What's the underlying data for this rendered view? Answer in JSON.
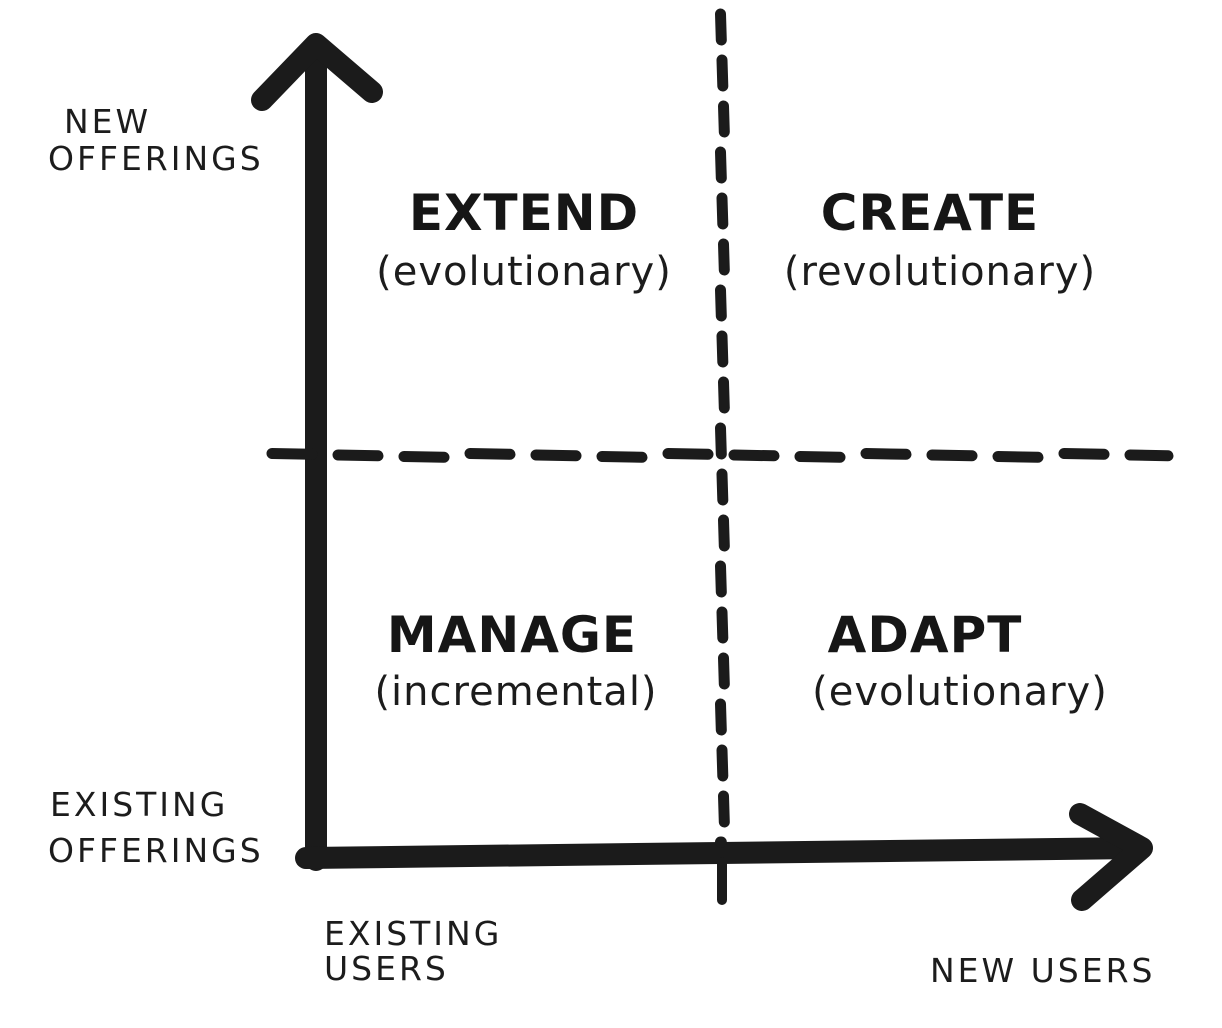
{
  "y_axis": {
    "top_label": [
      "NEW",
      "OFFERINGS"
    ],
    "bottom_label": [
      "EXISTING",
      "OFFERINGS"
    ]
  },
  "x_axis": {
    "left_label": [
      "EXISTING",
      "USERS"
    ],
    "right_label": "NEW USERS"
  },
  "quadrants": {
    "top_left": {
      "title": "EXTEND",
      "subtitle": "(evolutionary)"
    },
    "top_right": {
      "title": "CREATE",
      "subtitle": "(revolutionary)"
    },
    "bottom_left": {
      "title": "MANAGE",
      "subtitle": "(incremental)"
    },
    "bottom_right": {
      "title": "ADAPT",
      "subtitle": "(evolutionary)"
    }
  },
  "colors": {
    "ink": "#1b1b1b",
    "paper": "#ffffff"
  }
}
